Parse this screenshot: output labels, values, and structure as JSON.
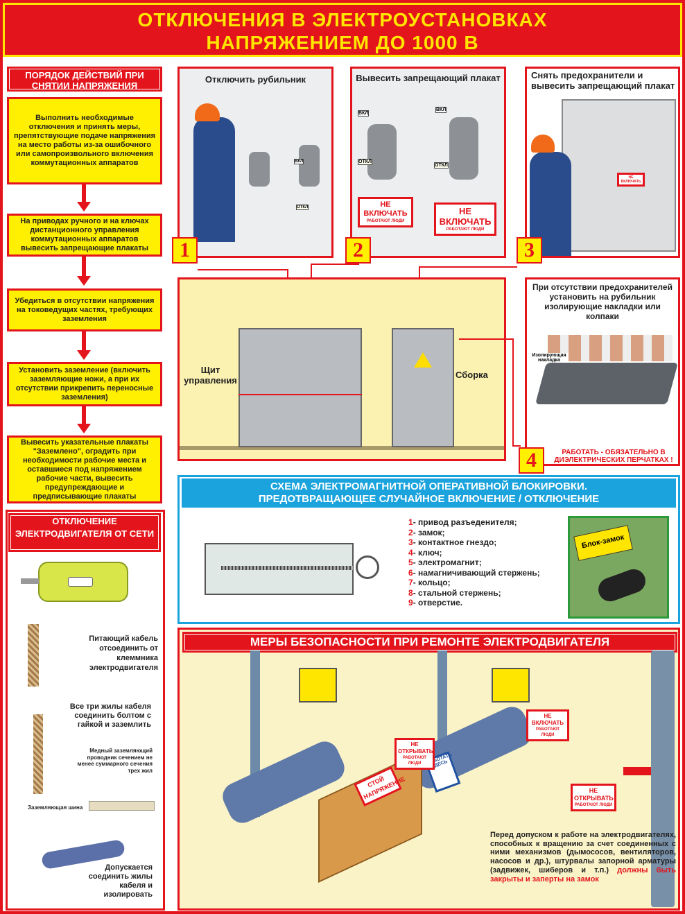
{
  "title": {
    "line1": "ОТКЛЮЧЕНИЯ В ЭЛЕКТРОУСТАНОВКАХ",
    "line2": "НАПРЯЖЕНИЕМ ДО 1000 В"
  },
  "procedure": {
    "header": "ПОРЯДОК ДЕЙСТВИЙ ПРИ СНЯТИИ НАПРЯЖЕНИЯ",
    "steps": [
      "Выполнить необходимые отключения и принять меры, препятствующие подаче напряжения на место работы из-за ошибочного или самопроизвольного включения коммутационных аппаратов",
      "На приводах ручного и на ключах дистанционного управления коммутационных аппаратов вывесить запрещающие плакаты",
      "Убедиться в отсутствии напряжения на токоведущих частях, требующих заземления",
      "Установить заземление (включить заземляющие ножи, а при их отсутствии прикрепить переносные заземления)",
      "Вывесить указательные плакаты \"Заземлено\", оградить при необходимости рабочие места и оставшиеся под напряжением рабочие части, вывесить предупреждающие и предписывающие плакаты"
    ]
  },
  "motor": {
    "header": "ОТКЛЮЧЕНИЕ ЭЛЕКТРОДВИГАТЕЛЯ ОТ СЕТИ",
    "cable_text": "Питающий кабель отсоединить от клеммника электродвигателя",
    "bolt_text": "Все три жилы кабеля соединить болтом с гайкой и заземлить",
    "conductor_text": "Медный заземляющий проводник сечением не менее суммарного сечения трех жил",
    "bus_label": "Заземляющая шина",
    "insulate_text": "Допускается соединить жилы кабеля и изолировать"
  },
  "steps_panels": [
    {
      "num": "1",
      "caption": "Отключить рубильник"
    },
    {
      "num": "2",
      "caption": "Вывесить запрещающий плакат"
    },
    {
      "num": "3",
      "caption": "Снять предохранители и вывесить запрещающий плакат"
    },
    {
      "num": "4",
      "caption": "При отсутствии предохранителей установить на рубильник изолирующие накладки или колпаки",
      "warning": "РАБОТАТЬ - ОБЯЗАТЕЛЬНО В ДИЭЛЕКТРИЧЕСКИХ ПЕРЧАТКАХ !",
      "pad_label": "Изолирующая накладка"
    }
  ],
  "labels": {
    "on": "ВКЛ",
    "off": "ОТКЛ",
    "panel_left": "Щит управления",
    "panel_right": "Сборка"
  },
  "signs": {
    "no_switch": "НЕ ВКЛЮЧАТЬ",
    "people": "РАБОТАЮТ ЛЮДИ",
    "no_open": "НЕ ОТКРЫВАТЬ",
    "stop": "СТОЙ НАПРЯЖЕНИЕ",
    "work_here": "РАБОТАТЬ ЗДЕСЬ",
    "block_lock": "Блок-замок"
  },
  "scheme": {
    "header1": "СХЕМА ЭЛЕКТРОМАГНИТНОЙ ОПЕРАТИВНОЙ БЛОКИРОВКИ.",
    "header2": "ПРЕДОТВРАЩАЮЩЕЕ СЛУЧАЙНОЕ ВКЛЮЧЕНИЕ / ОТКЛЮЧЕНИЕ",
    "legend": [
      {
        "n": "1",
        "t": "- привод разъеденителя;"
      },
      {
        "n": "2",
        "t": "- замок;"
      },
      {
        "n": "3",
        "t": "- контактное гнездо;"
      },
      {
        "n": "4",
        "t": "- ключ;"
      },
      {
        "n": "5",
        "t": "- электромагнит;"
      },
      {
        "n": "6",
        "t": "- намагничивающий стержень;"
      },
      {
        "n": "7",
        "t": "- кольцо;"
      },
      {
        "n": "8",
        "t": "- стальной стержень;"
      },
      {
        "n": "9",
        "t": "- отверстие."
      }
    ]
  },
  "repair": {
    "header": "МЕРЫ БЕЗОПАСНОСТИ ПРИ РЕМОНТЕ ЭЛЕКТРОДВИГАТЕЛЯ",
    "text": "Перед допуском к работе на электродвигателях, способных к вращению за счет соединенных с ними механизмов (дымососов, вентиляторов, насосов и др.), штурвалы запорной арматуры (задвижек, шиберов и т.п.)",
    "text_red": "должны быть закрыты и заперты на замок"
  },
  "colors": {
    "red": "#e3141b",
    "yellow": "#ffef00",
    "blue": "#1aa3dc"
  }
}
